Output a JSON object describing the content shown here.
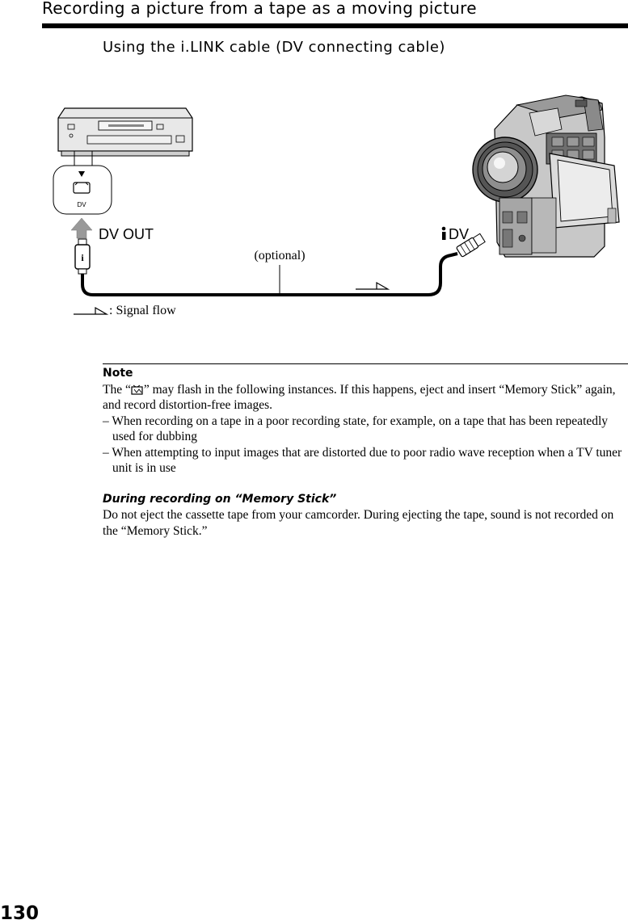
{
  "header": {
    "section_title": "Recording a picture from a tape as a moving picture",
    "subtitle": "Using the i.LINK cable (DV connecting cable)"
  },
  "diagram": {
    "vcr_port_label": "DV",
    "dv_out_label": "DV OUT",
    "camcorder_port_label": "DV",
    "optional_label": "(optional)",
    "signal_flow_label": ": Signal flow",
    "icons": [
      "vcr-icon",
      "camcorder-icon",
      "ilink-icon",
      "signal-flow-arrow-icon",
      "cable-plug-icon"
    ]
  },
  "note": {
    "heading": "Note",
    "line_before_icon": "The “",
    "line_after_icon": "” may flash in the following instances. If this happens, eject and insert “Memory Stick” again, and record distortion-free images.",
    "icon": "distorted-picture-icon",
    "items": [
      "– When recording on a tape in a poor recording state, for example, on a tape that has been repeatedly used for dubbing",
      "– When attempting to input images that are distorted due to poor radio wave reception when a TV tuner unit is in use"
    ]
  },
  "during": {
    "heading": "During recording on “Memory Stick”",
    "text": "Do not eject the cassette tape from your camcorder. During ejecting the tape, sound is not recorded on the “Memory Stick.”"
  },
  "page_number": "130"
}
